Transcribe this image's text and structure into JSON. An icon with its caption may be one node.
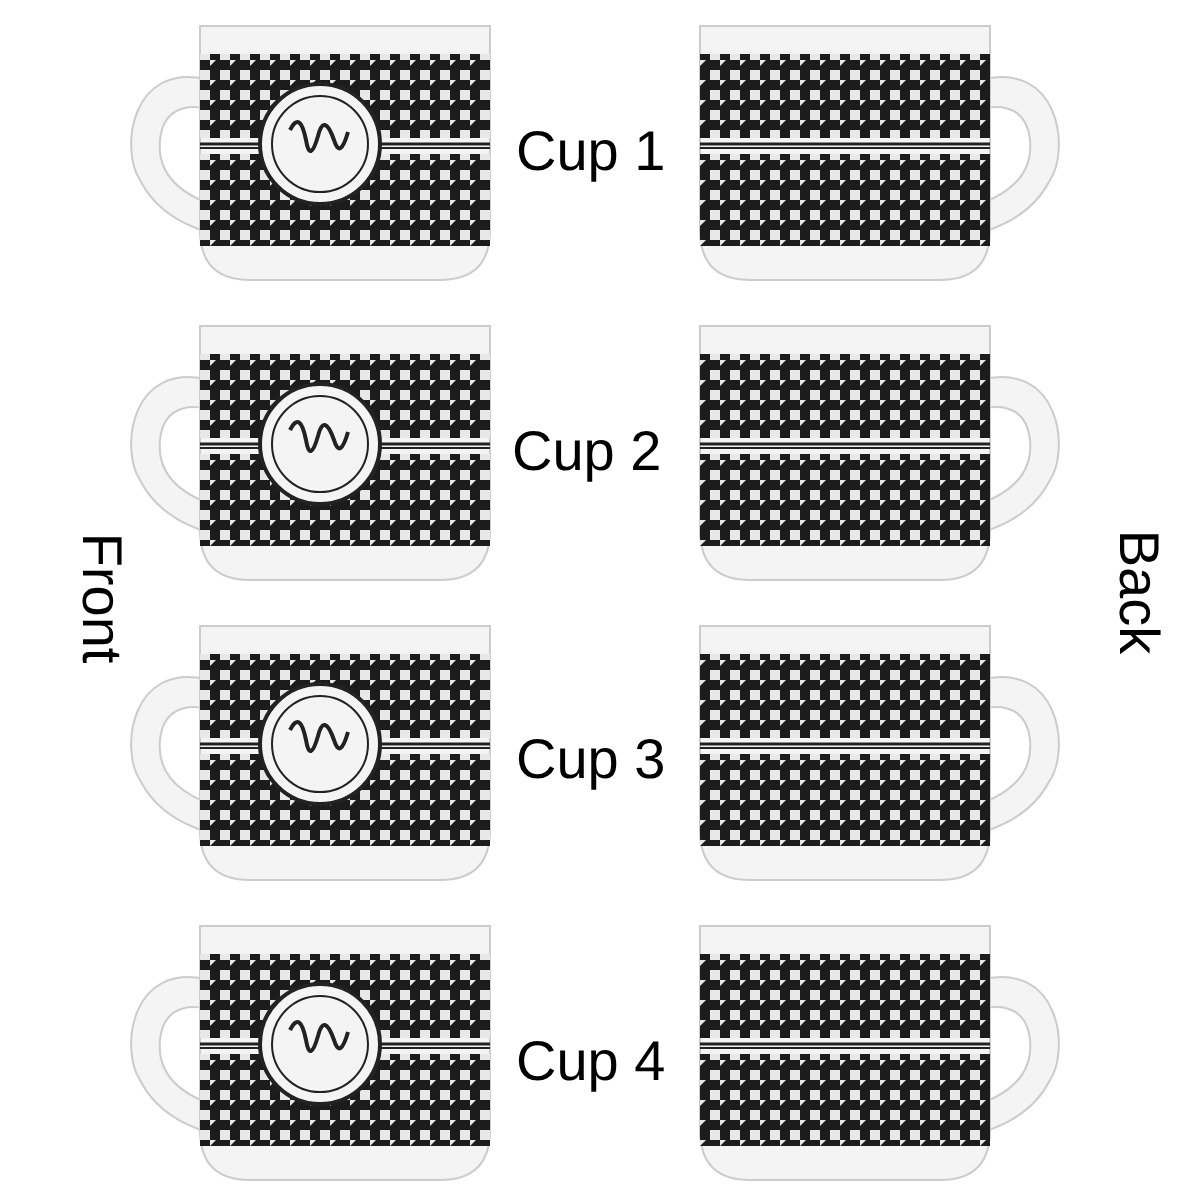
{
  "diagram": {
    "labels": [
      "Cup 1",
      "Cup 2",
      "Front",
      "Back",
      "Cup 3",
      "Cup 4"
    ]
  }
}
